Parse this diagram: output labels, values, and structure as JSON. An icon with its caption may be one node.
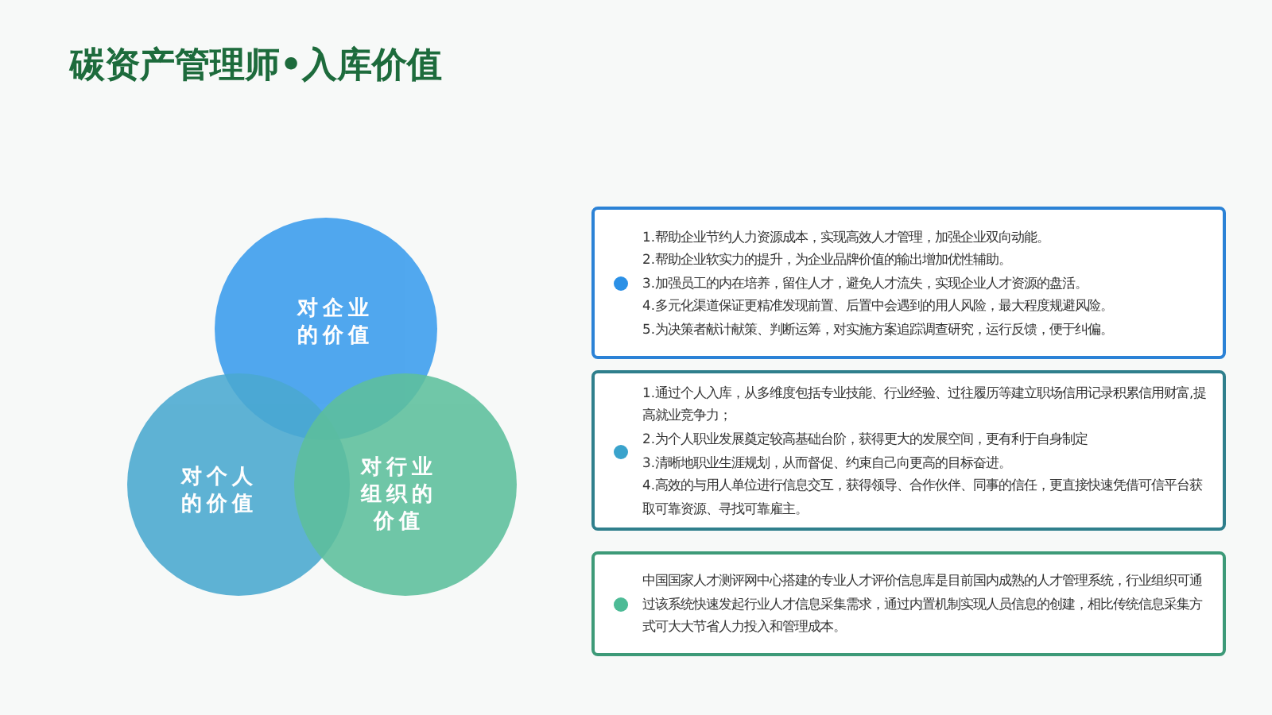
{
  "diagram": {
    "title": "碳资产管理师•入库价值",
    "nodes": [
      {
        "text": [
          "对企业的价值"
        ]
      },
      {
        "text": [
          "对个人的价值"
        ]
      },
      {
        "text": [
          "对行业组织的价值"
        ]
      },
      {
        "text": [
          "1.帮助企业节约人力资源成本，实现高效人才管理，加强企业双向动能。",
          "2.帮助企业软实力的提升，为企业品牌价值的输出增加优性辅助。",
          "3.加强员工的内在培养，留住人才，避免人才流失，实现企业人才资源的盘活。",
          "4.多元化渠道保证更精准发现前置、后置中会遇到的用人风险，最大程度规避风险。",
          "5.为决策者献计献策、判断运筹，对实施方案追踪调查研究，运行反馈，便于纠偏。"
        ]
      },
      {
        "text": [
          "1.通过个人入库，从多维度包括专业技能、行业经验、过往履历等建立职场信用记录积累信用财富,提高就业竞争力；",
          "2.为个人职业发展奠定较高基础台阶，获得更大的发展空间，更有利于自身制定",
          "3.清晰地职业生涯规划，从而督促、约束自己向更高的目标奋进。",
          "4.高效的与用人单位进行信息交互，获得领导、合作伙伴、同事的信任，更直接快速凭借可信平台获取可靠资源、寻找可靠雇主。"
        ]
      },
      {
        "text": [
          "中国国家人才测评网中心搭建的专业人才评价信息库是目前国内成熟的人才管理系统，行业组织可通过该系统快速发起行业人才信息采集需求，通过内置机制实现人员信息的创建，相比传统信息采集方式可大大节省人力投入和管理成本。"
        ]
      }
    ]
  }
}
